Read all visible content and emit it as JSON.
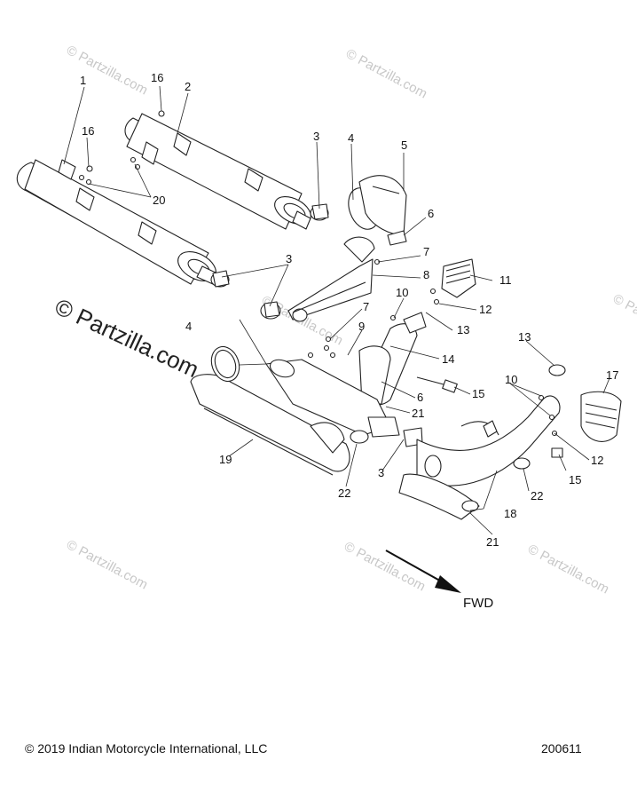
{
  "watermarks": [
    "© Partzilla.com",
    "© Partzilla.com",
    "© Partzilla.com",
    "© Partzilla.com",
    "© Partzilla.com",
    "© Partzilla.com",
    "© Partzilla.com"
  ],
  "watermark_main": "© Partzilla.com",
  "callouts": [
    "1",
    "16",
    "2",
    "16",
    "20",
    "3",
    "4",
    "5",
    "6",
    "3",
    "7",
    "8",
    "11",
    "10",
    "12",
    "13",
    "7",
    "9",
    "14",
    "4",
    "6",
    "15",
    "21",
    "13",
    "10",
    "17",
    "12",
    "15",
    "19",
    "3",
    "22",
    "22",
    "18",
    "21"
  ],
  "direction_label": "FWD",
  "footer": {
    "copyright": "© 2019 Indian Motorcycle International, LLC",
    "diagram_id": "200611"
  }
}
